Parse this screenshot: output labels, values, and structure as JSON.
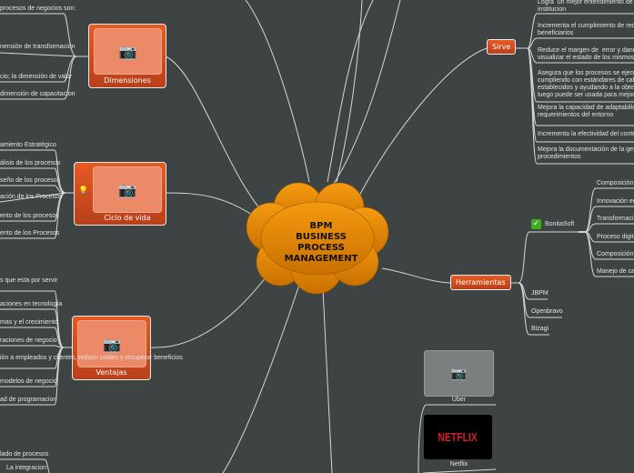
{
  "central": {
    "lines": [
      "BPM",
      "BUSINESS",
      "PROCESS",
      "MANAGEMENT"
    ]
  },
  "dimensiones": {
    "label": "Dimensiones",
    "items": [
      "procesos de negocios son:",
      "nensión de transformación",
      "cio; la dimensión de valor",
      "dimensión de capacitacion"
    ]
  },
  "ciclo": {
    "label": "Ciclo de vida",
    "items": [
      "amiento Estratégico",
      "álisis de los procesos",
      "seño de los procesos",
      "ación de los Procesos",
      "ento de los procesos",
      "ento de los Procesos"
    ]
  },
  "ventajas": {
    "label": "Ventajas",
    "items": [
      "s que esta por servir",
      "aciones en tecnología",
      "mas y el crecimiento",
      "raciones de negocio",
      "ión a empleados y clientes, reducir costes y recuperar beneficios",
      "modelos de negocio",
      "ad de programacion"
    ]
  },
  "bottom_left": {
    "items": [
      "lado de procesos",
      "La integracion"
    ]
  },
  "sirve": {
    "label": "Sirve",
    "items": [
      "Logra  un mejor entendimiento de la o\ninstitucion",
      "Incrementa el cumplimiento de requer\nbeneficiarios",
      "Reduce el margen de  error y dando el\nvisualizar el estado de los mismos dur",
      "Asegura que los procesos se ejecuten\ncumpliendo con estándares de calidad\nestablecidos y ayudando a la obtención\nluego puede ser usada para mejoras",
      "Mejora la capacidad de adaptabilidad i\nrequerimientos del entorno",
      "Incrementa la efectividad del control i",
      "Mejora la documentación de la gestion\nprocedimientos"
    ]
  },
  "herramientas": {
    "label": "Herramientas",
    "bonita": {
      "label": "BonitaSoft",
      "icon": "check-icon",
      "items": [
        "Composición de",
        "Innovación em",
        "Transformación",
        "Proceso digitali",
        "Composición de",
        "Manejo de casos"
      ]
    },
    "others": [
      "JBPM",
      "Openbravo",
      "Bizagi"
    ]
  },
  "examples": {
    "uber": "Uber",
    "netflix": "Netflix",
    "netflix_logo": "NETFLIX"
  },
  "colors": {
    "background": "#3e4343",
    "topic": "#d9501e",
    "cloud": "#f09000"
  }
}
